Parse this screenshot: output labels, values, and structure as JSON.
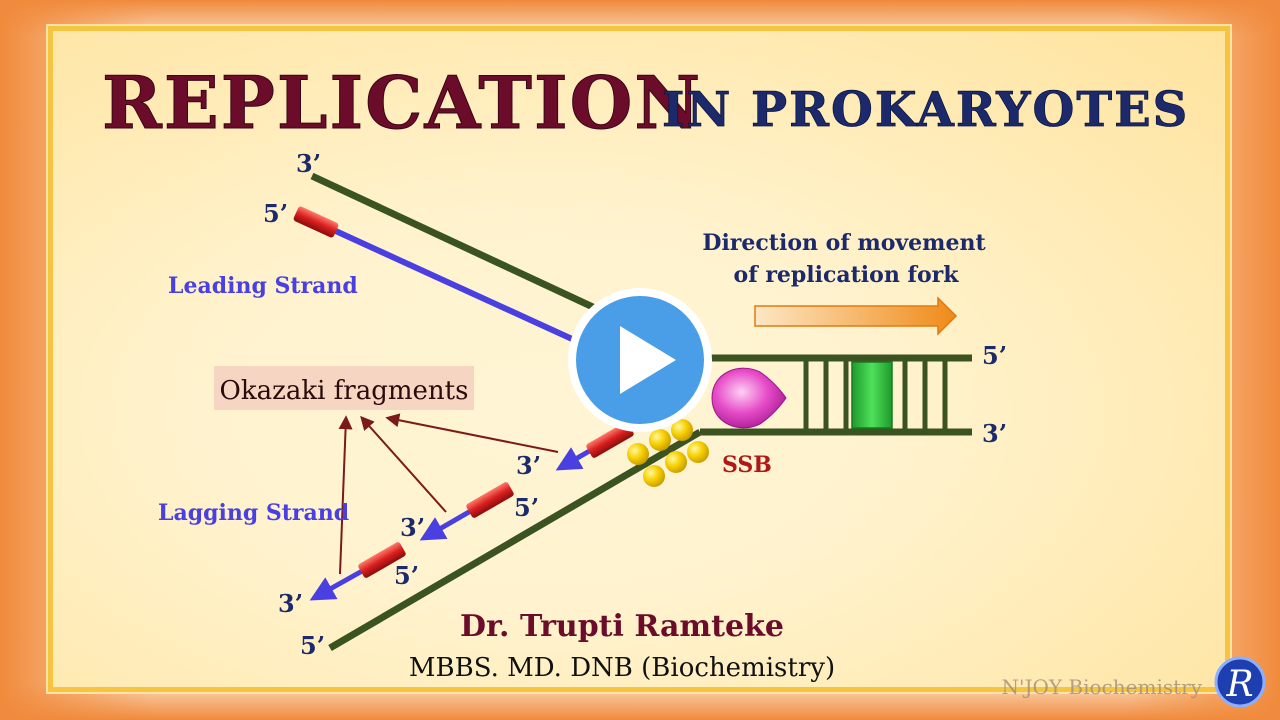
{
  "title": {
    "main": "REPLICATION",
    "sub": "IN PROKARYOTES"
  },
  "labels": {
    "top_strand_3": "3’",
    "leading_5": "5’",
    "leading_strand": "Leading Strand",
    "okazaki": "Okazaki fragments",
    "lagging_strand": "Lagging Strand",
    "frag1_3": "3’",
    "frag1_5": "5’",
    "frag2_3": "3’",
    "frag2_5": "5’",
    "frag3_3": "3’",
    "bottom_5": "5’",
    "right_top_5": "5’",
    "right_bottom_3": "3’",
    "ssb": "SSB",
    "direction_line1": "Direction of movement",
    "direction_line2": "of replication fork"
  },
  "author": {
    "name": "Dr. Trupti Ramteke",
    "credentials": "MBBS. MD. DNB (Biochemistry)"
  },
  "brand": {
    "text": "N'JOY Biochemistry",
    "logo_letter": "R"
  },
  "colors": {
    "parent_strand": "#3b5320",
    "leading_strand": "#4a3fe0",
    "primer": "#d81f1f",
    "title_main": "#6b0d2a",
    "title_sub": "#1c2a6b",
    "blue_label": "#4a3fe0",
    "ssb_label": "#b01818",
    "author": "#6b0d2a",
    "ssb_protein": "#f3c400",
    "helicase": "#e040c0",
    "polymerase_box": "#34c840",
    "play_button": "#4a9ee8",
    "arrow_orange": "#f09020"
  }
}
